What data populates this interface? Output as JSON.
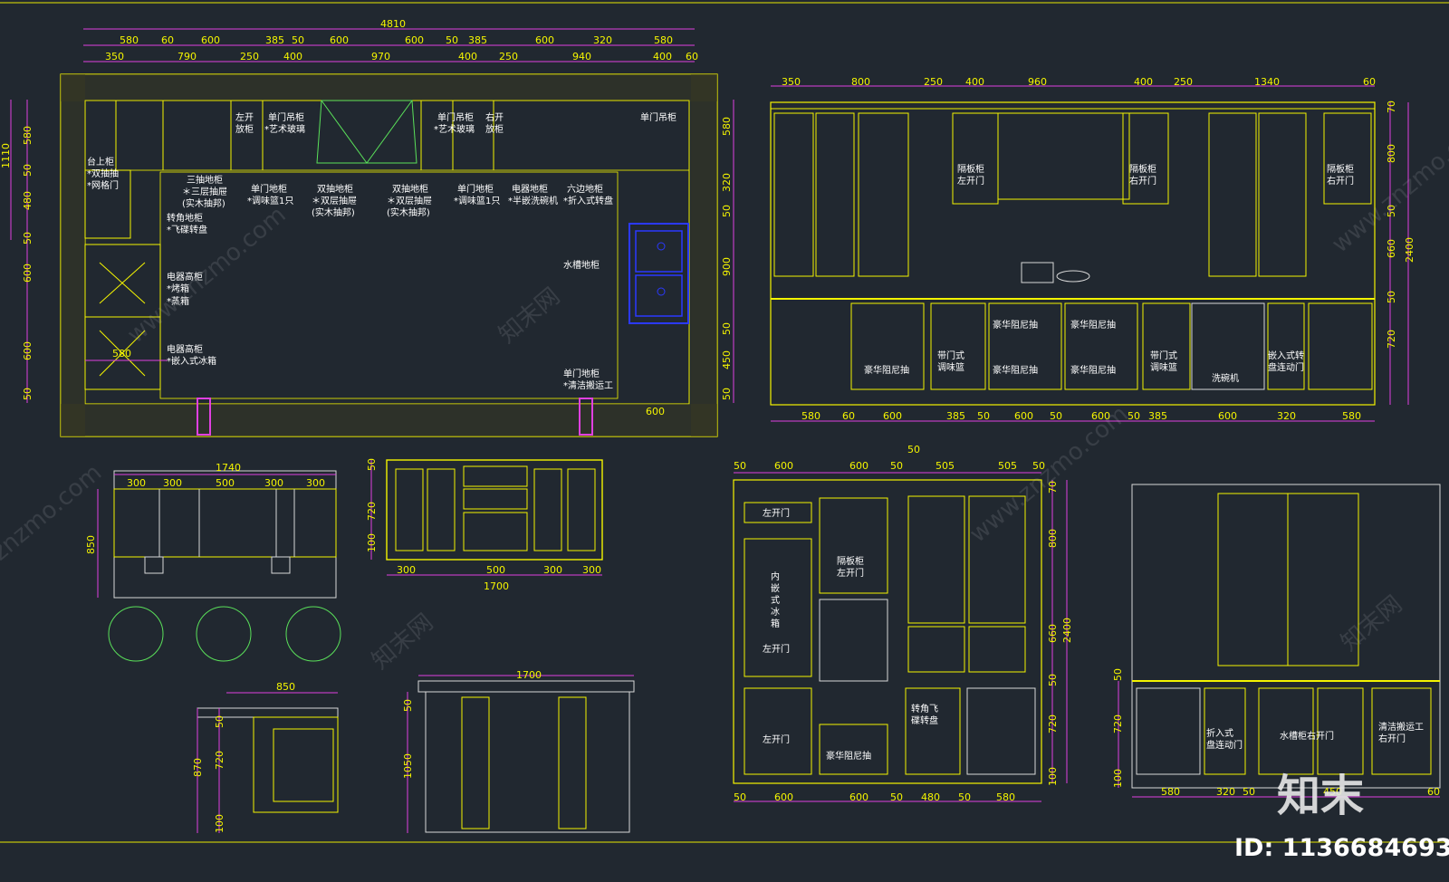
{
  "plan": {
    "dims_top1": [
      "580",
      "60",
      "600",
      "385",
      "50",
      "600",
      "600",
      "50",
      "385",
      "600",
      "320",
      "580"
    ],
    "total": "4810",
    "dims_top2": [
      "350",
      "790",
      "250",
      "400",
      "970",
      "400",
      "250",
      "940",
      "400",
      "60"
    ],
    "left_dims": [
      "1110",
      "580",
      "50",
      "480",
      "50",
      "600",
      "600",
      "50"
    ],
    "right_dims": [
      "580",
      "320",
      "50",
      "900",
      "50",
      "450",
      "50"
    ],
    "bottom_left": "580",
    "bottom_right": "600",
    "labels": [
      "台上柜",
      "*双抽抽",
      "*网格门",
      "左开",
      "放柜",
      "单门吊柜",
      "*艺术玻璃",
      "单门吊柜",
      "*艺术玻璃",
      "右开",
      "放柜",
      "单门吊柜",
      "三抽地柜",
      "＊三层抽屉",
      "(实木抽邦)",
      "单门地柜",
      "*调味篮1只",
      "双抽地柜",
      "＊双层抽屉",
      "(实木抽邦)",
      "双抽地柜",
      "＊双层抽屉",
      "(实木抽邦)",
      "单门地柜",
      "*调味篮1只",
      "电器地柜",
      "*半嵌洗碗机",
      "六边地柜",
      "*折入式转盘",
      "转角地柜",
      "*飞碟转盘",
      "电器高柜",
      "*烤箱",
      "*蒸箱",
      "电器高柜",
      "*嵌入式冰箱",
      "水槽地柜",
      "单门地柜",
      "*清洁搬运工"
    ]
  },
  "elev1": {
    "top": [
      "350",
      "800",
      "250",
      "400",
      "960",
      "400",
      "250",
      "1340",
      "60"
    ],
    "right": [
      "70",
      "800",
      "50",
      "660",
      "50",
      "720"
    ],
    "total": "2400",
    "bottom": [
      "580",
      "60",
      "600",
      "385",
      "50",
      "600",
      "50",
      "600",
      "50",
      "385",
      "600",
      "320",
      "580"
    ],
    "labels": [
      "隔板柜",
      "左开门",
      "隔板柜",
      "右开门",
      "隔板柜",
      "右开门",
      "豪华阻尼抽",
      "豪华阻尼抽",
      "豪华阻尼抽",
      "豪华阻尼抽",
      "豪华阻尼抽",
      "带门式",
      "调味篮",
      "带门式",
      "调味篮",
      "洗碗机",
      "嵌入式转",
      "盘连动门"
    ]
  },
  "island": {
    "plan_total": "1740",
    "plan_dims": [
      "300",
      "300",
      "500",
      "300",
      "300"
    ],
    "plan_h": "850",
    "front_left": [
      "50",
      "720",
      "100"
    ],
    "front_bottom": [
      "300",
      "500",
      "300",
      "300"
    ],
    "front_total": "1700",
    "side_w": "850",
    "side_dims": [
      "870",
      "50",
      "720",
      "100"
    ],
    "back_total": "1700",
    "back_dims": [
      "50",
      "1050"
    ]
  },
  "elev2": {
    "top": [
      "50",
      "600",
      "600",
      "50",
      "505",
      "505",
      "50"
    ],
    "top_extra": "50",
    "right": [
      "70",
      "800",
      "660",
      "50",
      "720",
      "100"
    ],
    "total": "2400",
    "bottom": [
      "50",
      "600",
      "600",
      "50",
      "480",
      "50",
      "580"
    ],
    "labels": [
      "左开门",
      "隔板柜",
      "左开门",
      "内",
      "嵌",
      "式",
      "冰",
      "箱",
      "左开门",
      "左开门",
      "豪华阻尼抽",
      "转角飞",
      "碟转盘"
    ]
  },
  "elev3": {
    "left": [
      "50",
      "720",
      "100"
    ],
    "bottom": [
      "580",
      "320",
      "50",
      "450",
      "60"
    ],
    "labels": [
      "折入式",
      "盘连动门",
      "水槽柜右开门",
      "清洁搬运工",
      "右开门"
    ]
  },
  "watermarks": [
    "www.znzmo.com",
    "知末网",
    "znzmo.com"
  ],
  "brand": "知末",
  "id_text": "ID: 1136684693",
  "colors": {
    "background": "#212830",
    "line_yellow": "#f4f400",
    "dim_magenta": "#e040e0",
    "text_white": "#ffffff",
    "sink_blue": "#2b39ff",
    "stool_green": "#5ae05a"
  }
}
